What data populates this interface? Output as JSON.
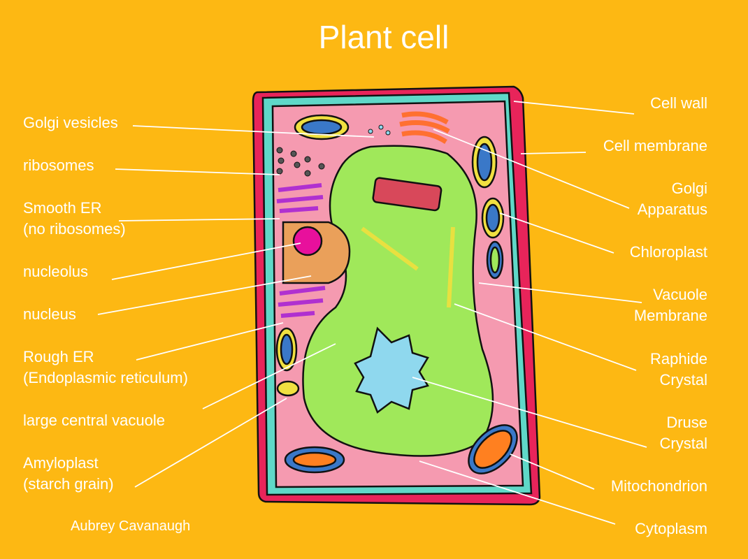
{
  "title": "Plant cell",
  "left_labels": {
    "golgi_vesicles": "Golgi vesicles",
    "ribosomes": "ribosomes",
    "smooth_er_1": "Smooth ER",
    "smooth_er_2": "(no ribosomes)",
    "nucleolus": "nucleolus",
    "nucleus": "nucleus",
    "rough_er_1": "Rough ER",
    "rough_er_2": "(Endoplasmic reticulum)",
    "vacuole": "large central vacuole",
    "amyloplast_1": "Amyloplast",
    "amyloplast_2": "(starch grain)"
  },
  "right_labels": {
    "cell_wall": "Cell wall",
    "cell_membrane": "Cell membrane",
    "golgi_1": "Golgi",
    "golgi_2": "Apparatus",
    "chloroplast": "Chloroplast",
    "vacuole_membrane_1": "Vacuole",
    "vacuole_membrane_2": "Membrane",
    "raphide_1": "Raphide",
    "raphide_2": "Crystal",
    "druse_1": "Druse",
    "druse_2": "Crystal",
    "mitochondrion": "Mitochondrion",
    "cytoplasm": "Cytoplasm"
  },
  "credit": "Aubrey Cavanaugh",
  "colors": {
    "background": "#fdb813",
    "cell_wall": "#e8245a",
    "membrane": "#5fd8c8",
    "cytoplasm": "#f59ab0",
    "vacuole": "#a0e85a",
    "nucleus": "#eaa05a",
    "nucleolus": "#e8109c"
  }
}
